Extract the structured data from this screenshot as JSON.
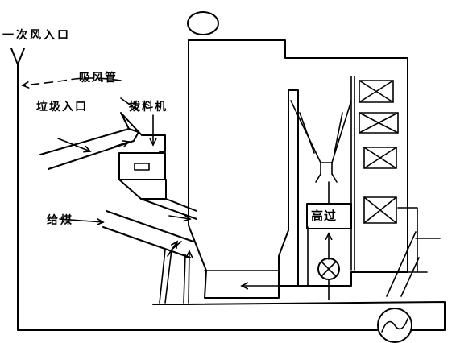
{
  "labels": {
    "primary_air_inlet": "一次风入口",
    "suction_duct": "吸风管",
    "garbage_inlet": "垃圾入口",
    "material_feeder": "拨料机",
    "coal_feed": "给煤",
    "high_temp_superheater": "高过"
  },
  "colors": {
    "line": "#000000",
    "background": "#ffffff"
  }
}
